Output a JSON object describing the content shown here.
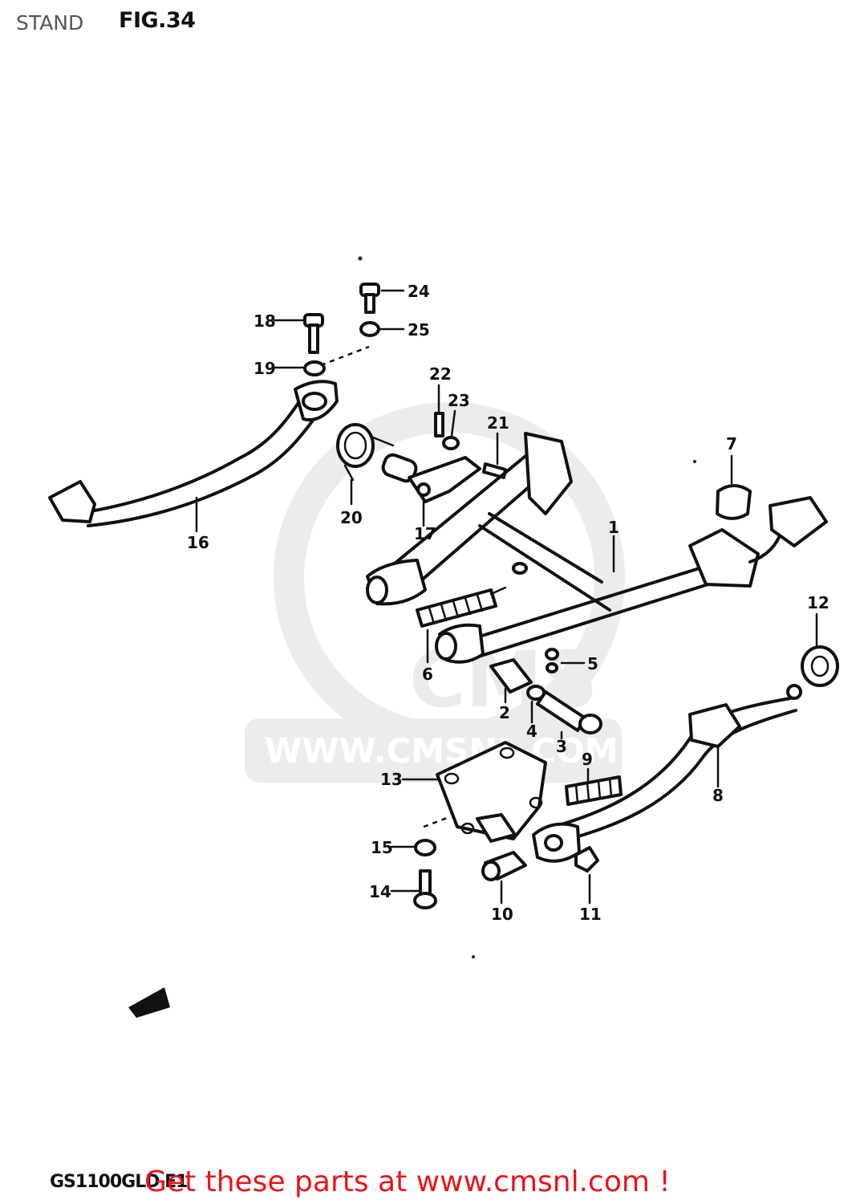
{
  "header": {
    "section": "STAND",
    "figure": "FIG.34"
  },
  "model_code": "GS1100GLD E1",
  "watermark": {
    "brand": "CMS",
    "url": "WWW.CMSNL.COM"
  },
  "footer_banner": "Get these parts at www.cmsnl.com !",
  "callouts": [
    "1",
    "2",
    "3",
    "4",
    "5",
    "6",
    "7",
    "8",
    "9",
    "10",
    "11",
    "12",
    "13",
    "14",
    "15",
    "16",
    "17",
    "18",
    "19",
    "20",
    "21",
    "22",
    "23",
    "24",
    "25"
  ],
  "colors": {
    "line": "#111111",
    "banner": "#e8141b",
    "header": "#555555",
    "watermark": "#e6e6e6"
  }
}
